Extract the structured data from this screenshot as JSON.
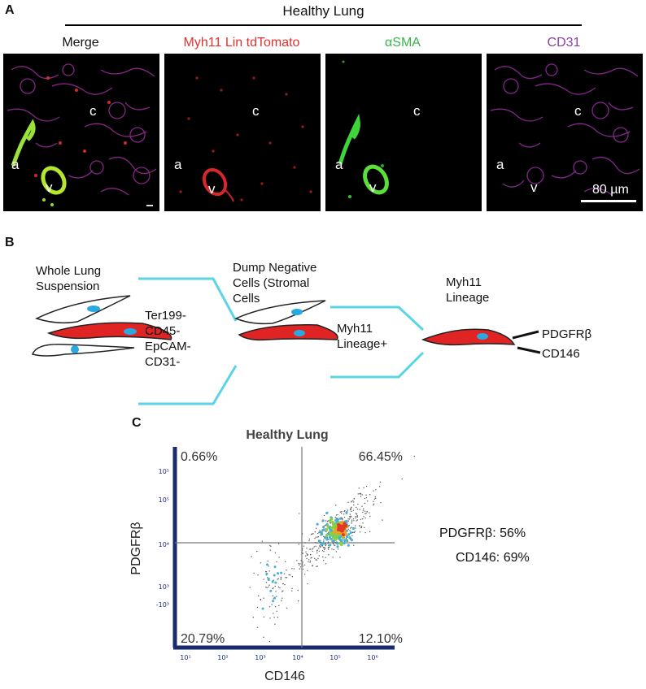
{
  "panelA": {
    "letter": "A",
    "header": "Healthy Lung",
    "images": [
      {
        "title": "Merge",
        "title_color": "#111111"
      },
      {
        "title": "Myh11 Lin tdTomato",
        "title_color": "#e0322f"
      },
      {
        "title": "αSMA",
        "title_color": "#39b54a"
      },
      {
        "title": "CD31",
        "title_color": "#8a3fa0"
      }
    ],
    "labels": {
      "a": "a",
      "c": "c",
      "v": "v"
    },
    "scalebar": "80 µm"
  },
  "panelB": {
    "letter": "B",
    "step1": "Whole Lung\nSuspension",
    "gates": "Ter199-\nCD45-\nEpCAM-\nCD31-",
    "step2": "Dump Negative\nCells (Stromal\nCells",
    "gate2": "Myh11\nLineage+",
    "step3": "Myh11\nLineage",
    "marker1": "PDGFRβ",
    "marker2": "CD146",
    "colors": {
      "cell_red": "#e02424",
      "nucleus": "#2aa9e0",
      "line": "#5ad4e6"
    }
  },
  "panelC": {
    "letter": "C",
    "title": "Healthy Lung",
    "stats": [
      "PDGFRβ: 56%",
      "CD146: 69%"
    ],
    "chart_data": {
      "type": "scatter",
      "title": "Healthy Lung",
      "xlabel": "CD146",
      "ylabel": "PDGFRβ",
      "x_scale": "biexponential",
      "y_scale": "biexponential",
      "x_ticks": [
        "10¹",
        "10²",
        "10³",
        "10⁴",
        "10⁵",
        "10⁶"
      ],
      "y_ticks": [
        "10⁵",
        "10⁵",
        "10⁴",
        "10³",
        "-10³"
      ],
      "quadrants": {
        "UL": "0.66%",
        "UR": "66.45%",
        "LL": "20.79%",
        "LR": "12.10%"
      },
      "gate_x": "10⁴",
      "gate_y": "10⁴"
    }
  }
}
